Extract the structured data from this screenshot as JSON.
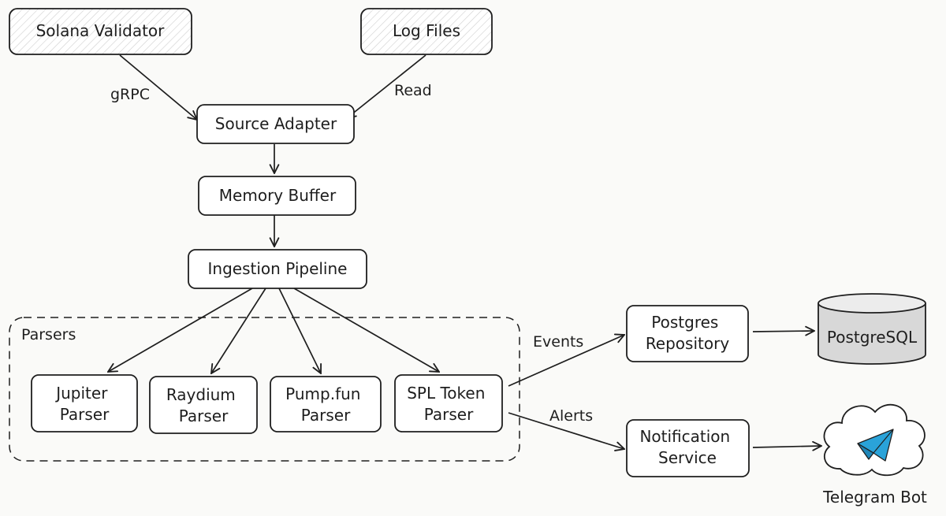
{
  "nodes": {
    "solana_validator": "Solana Validator",
    "log_files": "Log Files",
    "source_adapter": "Source Adapter",
    "memory_buffer": "Memory Buffer",
    "ingestion_pipeline": "Ingestion Pipeline",
    "jupiter_parser": [
      "Jupiter",
      "Parser"
    ],
    "raydium_parser": [
      "Raydium",
      "Parser"
    ],
    "pumpfun_parser": [
      "Pump.fun",
      "Parser"
    ],
    "spl_token_parser": [
      "SPL Token",
      "Parser"
    ],
    "postgres_repository": [
      "Postgres",
      "Repository"
    ],
    "notification_service": [
      "Notification",
      "Service"
    ],
    "postgresql": "PostgreSQL",
    "telegram_bot": "Telegram Bot"
  },
  "group": {
    "label": "Parsers"
  },
  "edges": {
    "grpc": "gRPC",
    "read": "Read",
    "events": "Events",
    "alerts": "Alerts"
  },
  "icons": {
    "telegram": "paper-plane-icon"
  },
  "colors": {
    "telegram_blue": "#2aa3d9",
    "database_fill": "#d8d8d8",
    "hatch_fill": "#f0f0f0"
  }
}
